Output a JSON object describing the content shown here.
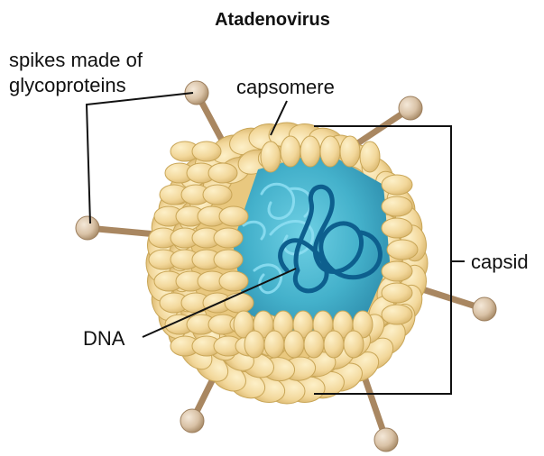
{
  "title": "Atadenovirus",
  "labels": {
    "spikes_line1": "spikes made of",
    "spikes_line2": "glycoproteins",
    "capsomere": "capsomere",
    "capsid": "capsid",
    "dna": "DNA"
  },
  "colors": {
    "capsomere_fill": "#f2d79a",
    "capsomere_stroke": "#c9a657",
    "core_fill": "#49b8cf",
    "dna_dark": "#0d5f8e",
    "dna_light": "#7fd6ef",
    "spike_fill": "#a98761",
    "knob_fill": "#d9c2a6",
    "line": "#111111"
  }
}
